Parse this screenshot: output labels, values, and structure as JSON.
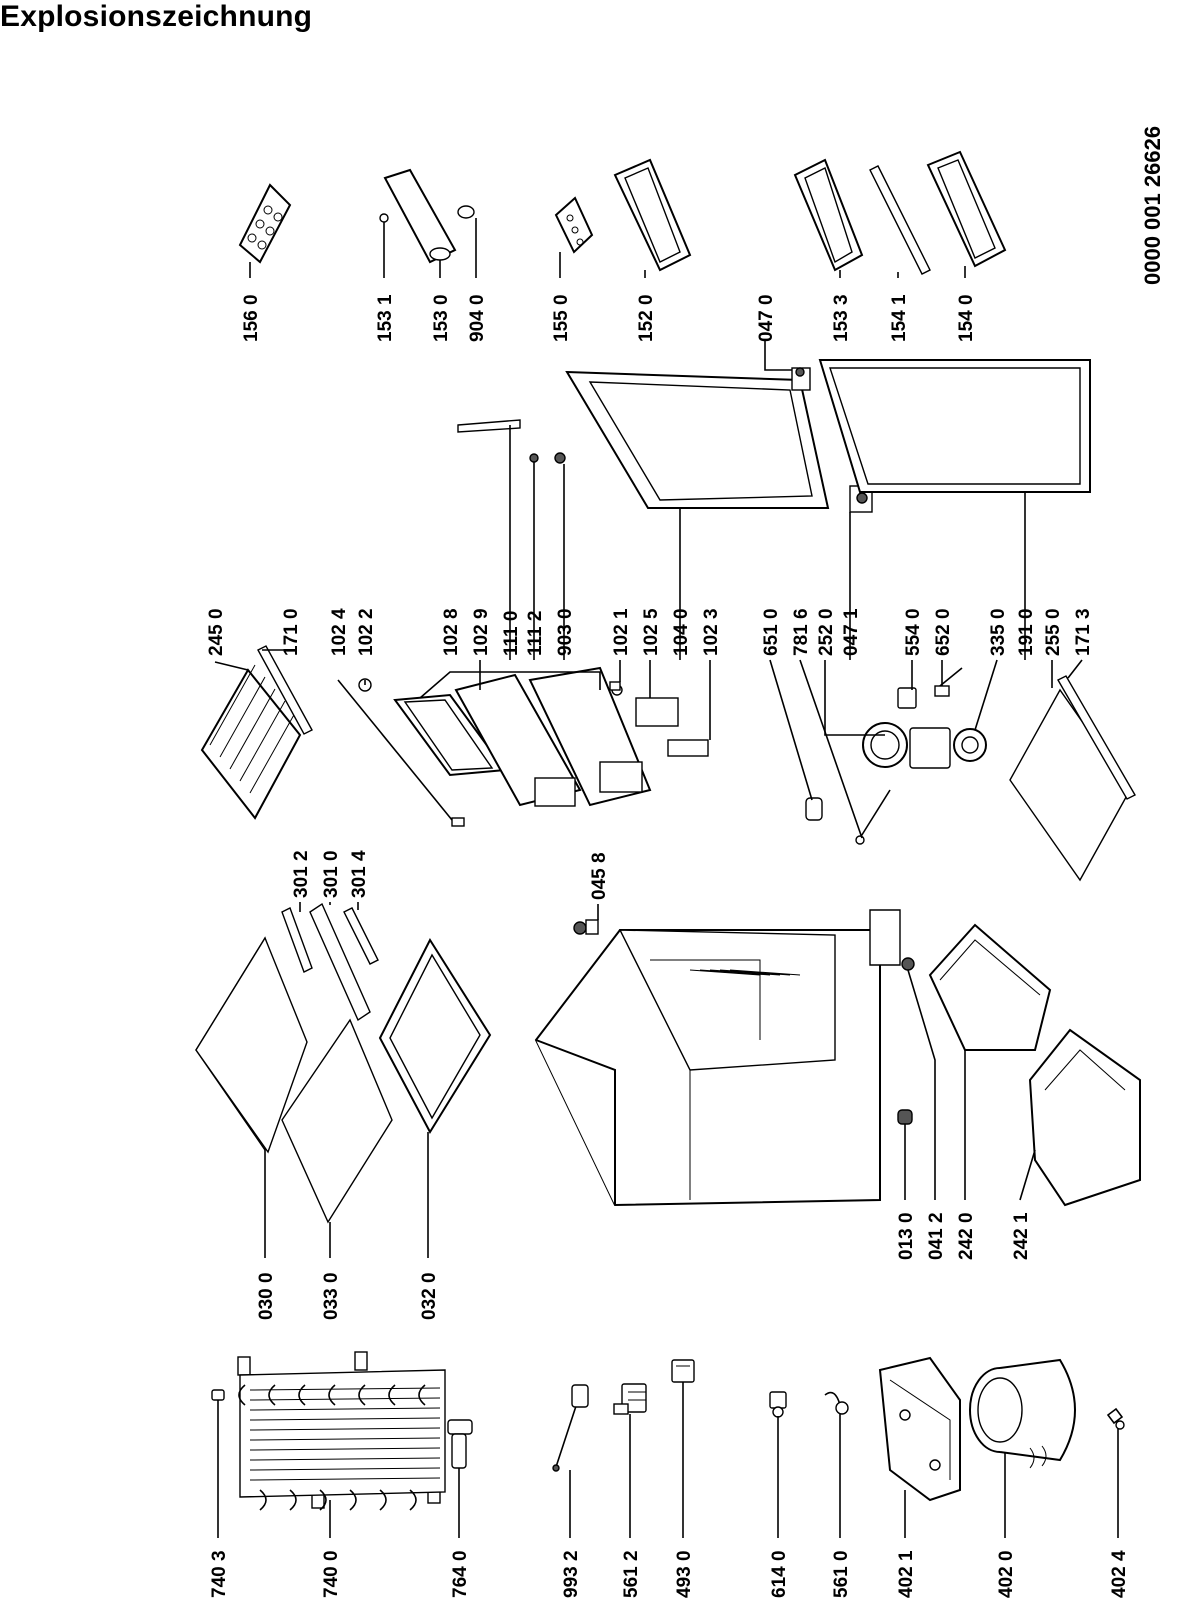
{
  "title": "Explosionszeichnung",
  "document_number": "0000 001 26626",
  "labels": [
    {
      "id": "L1",
      "text": "740 3"
    },
    {
      "id": "L2",
      "text": "740 0"
    },
    {
      "id": "L3",
      "text": "764 0"
    },
    {
      "id": "L4",
      "text": "993 2"
    },
    {
      "id": "L5",
      "text": "561 2"
    },
    {
      "id": "L6",
      "text": "493 0"
    },
    {
      "id": "L7",
      "text": "614 0"
    },
    {
      "id": "L8",
      "text": "561 0"
    },
    {
      "id": "L9",
      "text": "402 1"
    },
    {
      "id": "L10",
      "text": "402 0"
    },
    {
      "id": "L11",
      "text": "402 4"
    },
    {
      "id": "L12",
      "text": "030 0"
    },
    {
      "id": "L13",
      "text": "033 0"
    },
    {
      "id": "L14",
      "text": "032 0"
    },
    {
      "id": "L15",
      "text": "013 0"
    },
    {
      "id": "L16",
      "text": "041 2"
    },
    {
      "id": "L17",
      "text": "242 0"
    },
    {
      "id": "L18",
      "text": "242 1"
    },
    {
      "id": "L19",
      "text": "301 2"
    },
    {
      "id": "L20",
      "text": "301 0"
    },
    {
      "id": "L21",
      "text": "301 4"
    },
    {
      "id": "L22",
      "text": "045 8"
    },
    {
      "id": "L23",
      "text": "245 0"
    },
    {
      "id": "L24",
      "text": "171 0"
    },
    {
      "id": "L25",
      "text": "102 4"
    },
    {
      "id": "L26",
      "text": "102 2"
    },
    {
      "id": "L27",
      "text": "102 8"
    },
    {
      "id": "L28",
      "text": "102 9"
    },
    {
      "id": "L29",
      "text": "111 0"
    },
    {
      "id": "L30",
      "text": "111 2"
    },
    {
      "id": "L31",
      "text": "903 0"
    },
    {
      "id": "L32",
      "text": "102 1"
    },
    {
      "id": "L33",
      "text": "102 5"
    },
    {
      "id": "L34",
      "text": "104 0"
    },
    {
      "id": "L35",
      "text": "102 3"
    },
    {
      "id": "L36",
      "text": "651 0"
    },
    {
      "id": "L37",
      "text": "781 6"
    },
    {
      "id": "L38",
      "text": "252 0"
    },
    {
      "id": "L39",
      "text": "047 1"
    },
    {
      "id": "L40",
      "text": "554 0"
    },
    {
      "id": "L41",
      "text": "652 0"
    },
    {
      "id": "L42",
      "text": "335 0"
    },
    {
      "id": "L43",
      "text": "191 0"
    },
    {
      "id": "L44",
      "text": "255 0"
    },
    {
      "id": "L45",
      "text": "171 3"
    },
    {
      "id": "L46",
      "text": "156 0"
    },
    {
      "id": "L47",
      "text": "153 1"
    },
    {
      "id": "L48",
      "text": "153 0"
    },
    {
      "id": "L49",
      "text": "904 0"
    },
    {
      "id": "L50",
      "text": "155 0"
    },
    {
      "id": "L51",
      "text": "152 0"
    },
    {
      "id": "L52",
      "text": "047 0"
    },
    {
      "id": "L53",
      "text": "153 3"
    },
    {
      "id": "L54",
      "text": "154 1"
    },
    {
      "id": "L55",
      "text": "154 0"
    }
  ]
}
